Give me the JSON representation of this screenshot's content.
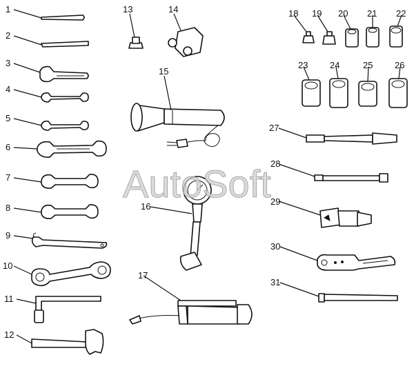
{
  "watermark": "AutoSoft",
  "labels": [
    "1",
    "2",
    "3",
    "4",
    "5",
    "6",
    "7",
    "8",
    "9",
    "10",
    "11",
    "12",
    "13",
    "14",
    "15",
    "16",
    "17",
    "18",
    "19",
    "20",
    "21",
    "22",
    "23",
    "24",
    "25",
    "26",
    "27",
    "28",
    "29",
    "30",
    "31"
  ]
}
